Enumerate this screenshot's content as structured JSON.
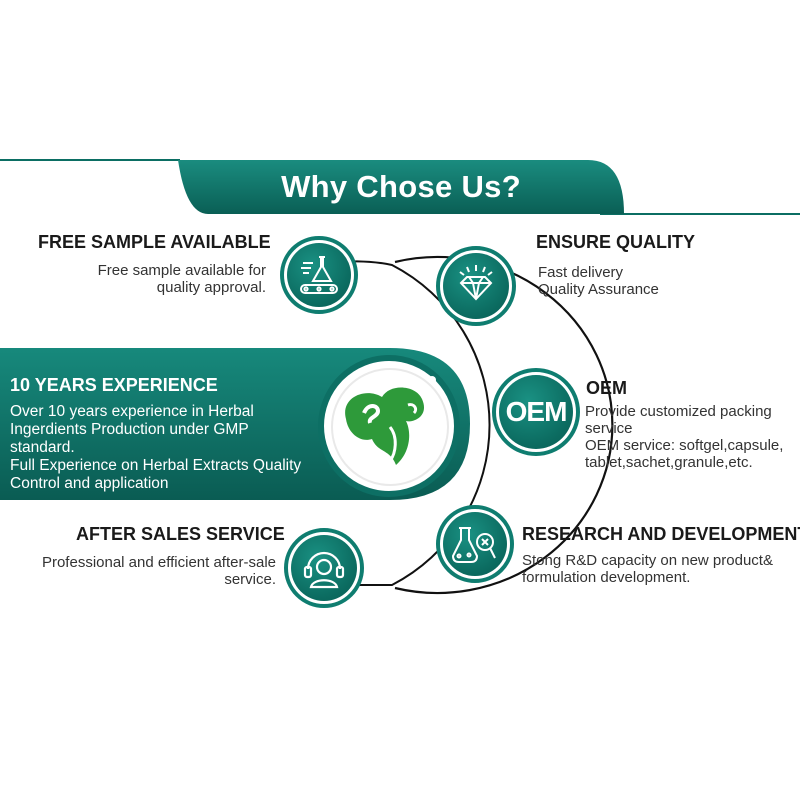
{
  "banner": {
    "title": "Why Chose Us?"
  },
  "features": {
    "free_sample": {
      "title": "FREE SAMPLE AVAILABLE",
      "lines": [
        "Free  sample available for",
        "quality  approval."
      ],
      "icon": "lab-conveyor-icon"
    },
    "ensure_quality": {
      "title": "ENSURE QUALITY",
      "lines": [
        "Fast delivery",
        "Quality  Assurance"
      ],
      "icon": "diamond-icon"
    },
    "experience": {
      "title": "10 YEARS EXPERIENCE",
      "lines": [
        "Over 10 years experience in Herbal",
        "Ingerdients Production under GMP",
        "standard.",
        "Full Experience on Herbal Extracts Quality",
        "Control and application"
      ],
      "icon": "company-logo"
    },
    "oem": {
      "title": "OEM",
      "badge": "OEM",
      "lines": [
        "Provide customized packing",
        "service",
        "OEM service: softgel,capsule,",
        "tablet,sachet,granule,etc."
      ]
    },
    "after_sales": {
      "title": "AFTER SALES SERVICE",
      "lines": [
        "Professional and efficient after-sale",
        "service."
      ],
      "icon": "headset-support-icon"
    },
    "research": {
      "title": "RESEARCH AND DEVELOPMENT",
      "lines": [
        "Stong R&D capacity on new product&",
        "formulation development."
      ],
      "icon": "flask-magnifier-icon"
    }
  },
  "colors": {
    "primary": "#0b6e63",
    "accent": "#1a9183",
    "logo_green": "#2e9a3a"
  }
}
